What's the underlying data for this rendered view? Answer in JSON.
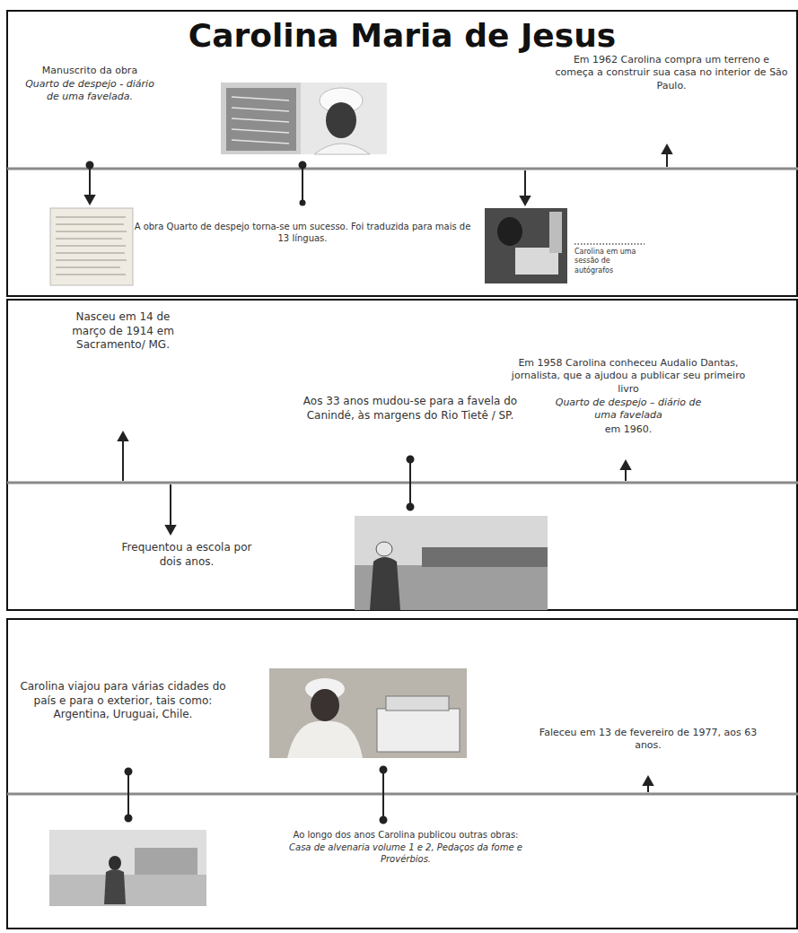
{
  "diagram": {
    "title": "Carolina Maria de Jesus",
    "labels": [
      "Manuscrito da obra",
      "Quarto de despejo - diário de uma favelada.",
      "Em 1962 Carolina compra um terreno e começa a construir sua casa no interior de São Paulo.",
      "A obra Quarto de despejo torna-se um sucesso. Foi traduzida para mais de 13 línguas.",
      "Carolina em uma sessão de autógrafos",
      "Nasceu em 14 de março de 1914 em Sacramento/ MG.",
      "Aos 33 anos mudou-se para a favela do Canindé, às margens do Rio Tietê / SP.",
      "Em 1958 Carolina conheceu Audalio Dantas, jornalista, que a ajudou a publicar seu primeiro livro",
      "Quarto de despejo – diário de uma favelada",
      "em 1960.",
      "Frequentou a escola por dois anos.",
      "Carolina viajou para várias cidades do país e para o exterior, tais como: Argentina, Uruguai, Chile.",
      "Ao longo dos anos Carolina publicou outras obras:",
      "Casa de alvenaria volume 1 e 2, Pedaços da fome e Provérbios.",
      "Faleceu em 13 de fevereiro de 1977, aos 63 anos."
    ]
  }
}
